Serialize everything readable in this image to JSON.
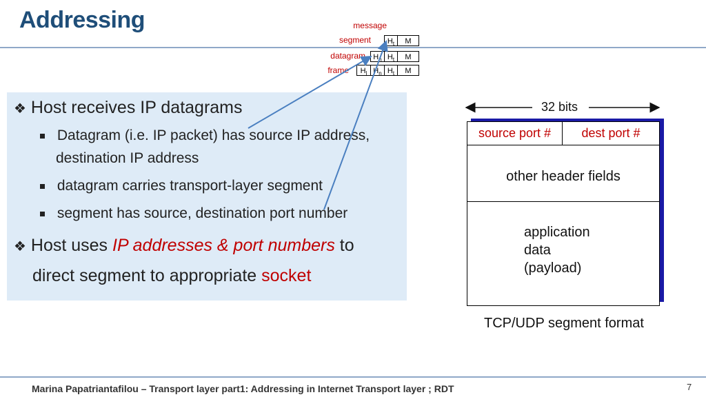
{
  "title": "Addressing",
  "encapsulation": {
    "message_label": "message",
    "segment_label": "segment",
    "datagram_label": "datagram",
    "frame_label": "frame",
    "h_t": "H",
    "h_t_sub": "t",
    "h_n": "H",
    "h_n_sub": "n",
    "h_l": "H",
    "h_l_sub": "l",
    "m": "M"
  },
  "content": {
    "bullet1": "Host receives IP datagrams",
    "sub1_line1": "Datagram (i.e. IP packet)  has source IP address,",
    "sub1_line2": "destination IP address",
    "sub2": "datagram carries transport-layer segment",
    "sub3": "segment has source, destination port number",
    "bullet2_a": "Host uses ",
    "bullet2_b": "IP addresses & port numbers",
    "bullet2_c": " to",
    "bullet2_d": "direct segment to appropriate ",
    "bullet2_e": "socket"
  },
  "segment_format": {
    "width_label": "32 bits",
    "source_port": "source port #",
    "dest_port": "dest port #",
    "other_fields": "other header fields",
    "app_line1": "application",
    "app_line2": "data",
    "app_line3": "(payload)",
    "caption": "TCP/UDP segment format"
  },
  "footer": {
    "text": "Marina Papatriantafilou –  Transport layer part1: Addressing in Internet Transport layer ; RDT",
    "page": "7"
  }
}
